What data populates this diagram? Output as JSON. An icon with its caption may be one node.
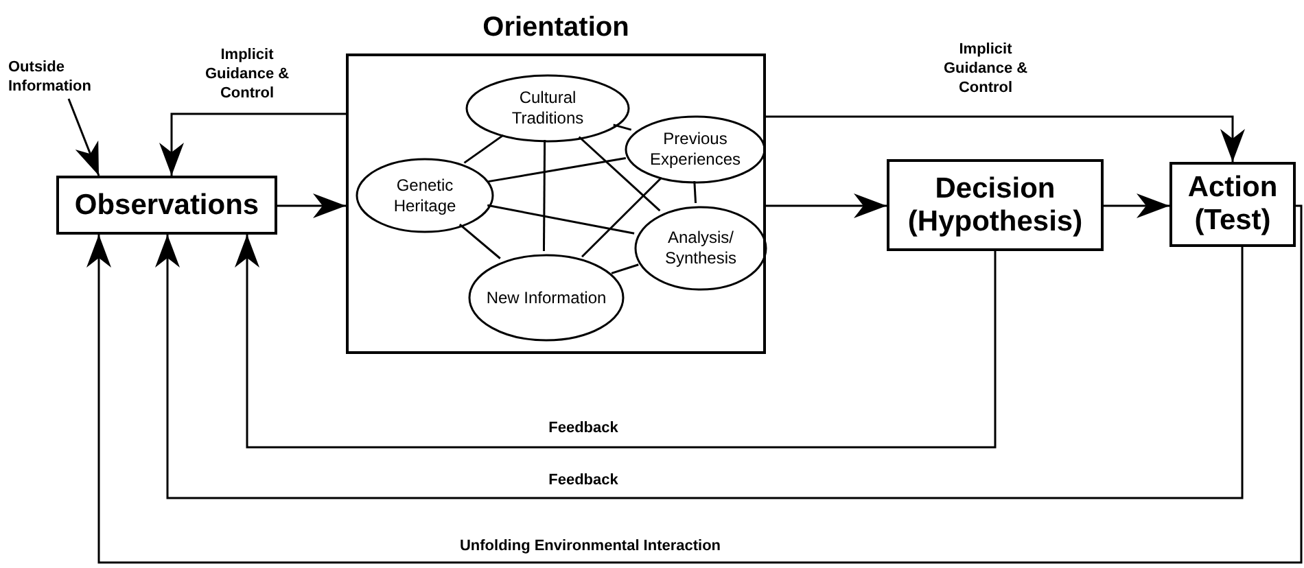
{
  "diagram": {
    "nodes": [
      {
        "text": [
          "Outside Information"
        ]
      },
      {
        "text": [
          "Observations"
        ]
      },
      {
        "text": [
          "Orientation"
        ]
      },
      {
        "text": [
          "Cultural Traditions"
        ],
        "in": 2
      },
      {
        "text": [
          "Previous Experiences"
        ],
        "in": 2
      },
      {
        "text": [
          "Genetic Heritage"
        ],
        "in": 2
      },
      {
        "text": [
          "Analysis/ Synthesis"
        ],
        "in": 2
      },
      {
        "text": [
          "New Information"
        ],
        "in": 2
      },
      {
        "text": [
          "Decision (Hypothesis)"
        ]
      },
      {
        "text": [
          "Action (Test)"
        ]
      }
    ],
    "edges": [
      {
        "from": 0,
        "to": 1,
        "arrow": "to"
      },
      {
        "from": 1,
        "to": 2,
        "arrow": "to"
      },
      {
        "from": 2,
        "to": 8,
        "arrow": "to"
      },
      {
        "from": 8,
        "to": 9,
        "arrow": "to"
      },
      {
        "from": 2,
        "to": 1,
        "arrow": "to",
        "label": "Implicit Guidance & Control"
      },
      {
        "from": 2,
        "to": 9,
        "arrow": "to",
        "label": "Implicit Guidance & Control"
      },
      {
        "from": 8,
        "to": 1,
        "arrow": "to",
        "label": "Feedback"
      },
      {
        "from": 9,
        "to": 1,
        "arrow": "to",
        "label": "Feedback"
      },
      {
        "from": 9,
        "to": 1,
        "arrow": "to",
        "label": "Unfolding Environmental Interaction"
      },
      {
        "from": 3,
        "to": 5,
        "arrow": "none"
      },
      {
        "from": 3,
        "to": 7,
        "arrow": "none"
      },
      {
        "from": 3,
        "to": 6,
        "arrow": "none"
      },
      {
        "from": 3,
        "to": 4,
        "arrow": "none"
      },
      {
        "from": 4,
        "to": 5,
        "arrow": "none"
      },
      {
        "from": 4,
        "to": 7,
        "arrow": "none"
      },
      {
        "from": 4,
        "to": 6,
        "arrow": "none"
      },
      {
        "from": 5,
        "to": 6,
        "arrow": "none"
      },
      {
        "from": 5,
        "to": 7,
        "arrow": "none"
      },
      {
        "from": 7,
        "to": 6,
        "arrow": "none"
      }
    ]
  }
}
